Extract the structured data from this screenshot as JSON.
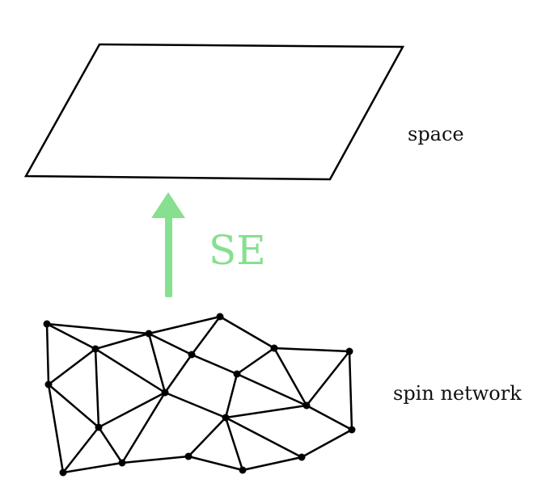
{
  "labels": {
    "space": "space",
    "arrow": "SE",
    "network": "spin network"
  },
  "colors": {
    "stroke": "#000000",
    "arrow": "#86e08f",
    "node": "#000000"
  },
  "icons": {
    "plane": "parallelogram-shape",
    "arrow": "up-arrow-icon",
    "node": "dot-node"
  }
}
